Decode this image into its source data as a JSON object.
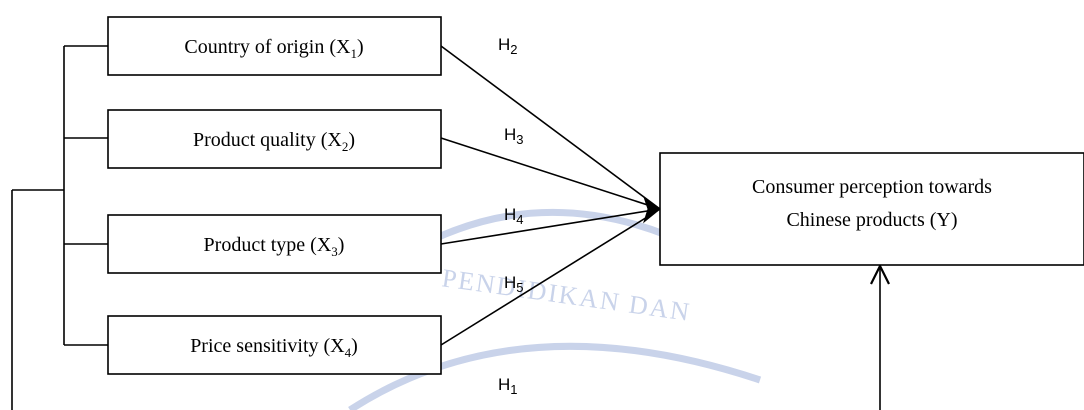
{
  "watermark": {
    "text": "PENDIDIKAN DAN"
  },
  "boxes": {
    "x1": {
      "text": "Country of origin (X",
      "sub": "1",
      "close": ")"
    },
    "x2": {
      "text": "Product quality (X",
      "sub": "2",
      "close": ")"
    },
    "x3": {
      "text": "Product type (X",
      "sub": "3",
      "close": ")"
    },
    "x4": {
      "text": "Price sensitivity (X",
      "sub": "4",
      "close": ")"
    },
    "y": {
      "line1": "Consumer perception towards",
      "line2": "Chinese products (Y)"
    }
  },
  "hypotheses": {
    "h1": {
      "text": "H",
      "sub": "1"
    },
    "h2": {
      "text": "H",
      "sub": "2"
    },
    "h3": {
      "text": "H",
      "sub": "3"
    },
    "h4": {
      "text": "H",
      "sub": "4"
    },
    "h5": {
      "text": "H",
      "sub": "5"
    }
  }
}
